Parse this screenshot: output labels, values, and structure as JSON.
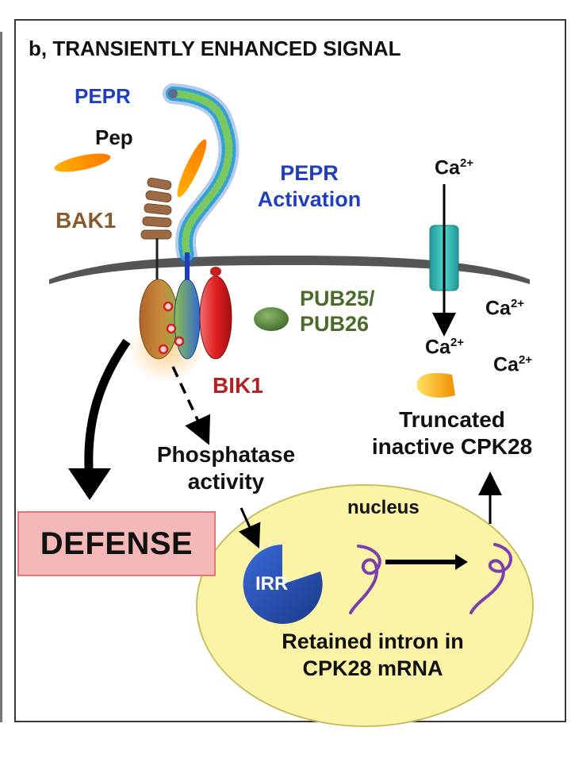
{
  "panel_title": "b, TRANSIENTLY ENHANCED SIGNAL",
  "labels": {
    "pepr": "PEPR",
    "pep": "Pep",
    "pepr_activation_line1": "PEPR",
    "pepr_activation_line2": "Activation",
    "bak1": "BAK1",
    "ca_top": "Ca",
    "pub_line1": "PUB25/",
    "pub_line2": "PUB26",
    "ca_right1": "Ca",
    "ca_mid": "Ca",
    "ca_right2": "Ca",
    "ca_superscript": "2+",
    "bik1": "BIK1",
    "truncated_line1": "Truncated",
    "truncated_line2": "inactive CPK28",
    "phosphatase_line1": "Phosphatase",
    "phosphatase_line2": "activity",
    "nucleus": "nucleus",
    "defense": "DEFENSE",
    "irr": "IRR",
    "retained_line1": "Retained intron in",
    "retained_line2": "CPK28 mRNA"
  },
  "colors": {
    "pepr_blue": "#1f3fbf",
    "bak1_brown": "#8b5a2b",
    "pub_green": "#4a6b2a",
    "bik1_red": "#b22222",
    "defense_fill": "#f5b8b8",
    "nucleus_fill": "#fbf4a6",
    "channel_teal": "#2bb5b0",
    "membrane_gray": "#555555",
    "mrna_purple": "#7b3fb0"
  },
  "icons": [
    "receptor-coil",
    "ion-channel",
    "nucleus-ellipse",
    "irr-pacman",
    "mrna-squiggle"
  ]
}
